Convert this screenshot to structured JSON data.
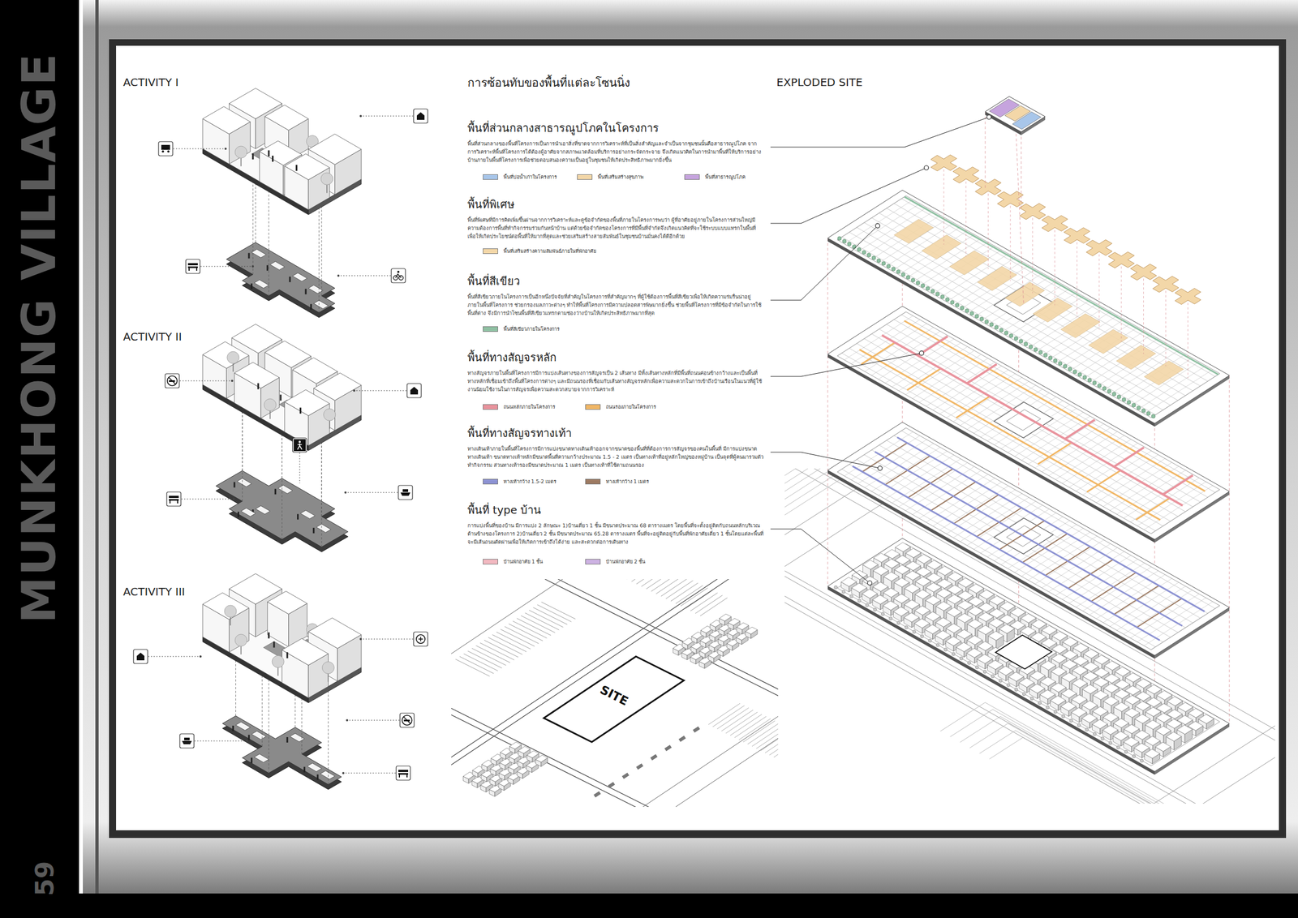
{
  "diagram": {
    "title": "MUNKHONG VILLAGE",
    "nodes": [
      {
        "text": [
          "พื้นที่ส่วนกลางสาธารณูปโภคในโครงการ",
          "พื้นที่ส่วนกลางของพื้นที่โครงการเป็นการนำเอาสิ่งที่ขาดจากการวิเคราะห์ที่เป็นสิ่งสำคัญและจำเป็นจากชุมชนนั้นคือสาธารณูปโภค จากการวิเคราะห์พื้นที่โครงการได้ต้องผู้อาศัยจากสภาพแวดล้อมที่บริการอย่างกระจัดกระจาย จึงเกิดแนวคิดในการนำมาพื้นที่ให้บริการอย่างบ้านภายในพื้นที่โครงการเพื่อช่วยตอบสนองความเป็นอยู่ในชุมชนให้เกิดประสิทธิภาพมากยิ่งขึ้น"
        ]
      },
      {
        "text": [
          "พื้นที่พิเศษ",
          "พื้นที่พิเศษที่มีการคิดเพิ่มขึ้นผ่านจากการวิเคราะห์และดูข้อจำกัดของพื้นที่ภายในโครงการพบว่า ผู้ที่อาศัยอยู่ภายในโครงการส่วนใหญ่มีความต้องการพื้นที่ทำกิจกรรมร่วมกันหน้าบ้าน แต่ด้วยข้อจำกัดของโครงการที่มีพื้นที่จำกัดจึงเกิดแนวคิดที่จะใช้ระบบแบบแทรกในพื้นที่ เพื่อให้เกิดประโยชน์ต่อพื้นที่ให้มากที่สุดและช่วยเสริมสร้างสายสัมพันธ์ในชุมชนบ้านมั่นคงได้ดีอีกด้วย"
        ]
      },
      {
        "text": [
          "พื้นที่สีเขียว",
          "พื้นที่สีเขียวภายในโครงการเป็นอีกหนึ่งปัจจัยที่สำคัญในโครงการที่สำคัญมากๆ ที่ผู้ใช้ต้องการพื้นที่สีเขียวเพื่อให้เกิดความร่มรื่นน่าอยู่ภายในพื้นที่โครงการ ช่วยกรองมลภาวะต่างๆ ทำให้พื้นที่โครงการมีความปลอดสารพิษมากยิ่งขึ้น ช่วยพื้นที่โครงการที่มีข้อจำกัดในการใช้พื้นที่ต่าง จึงมีการนำโซนพื้นที่สีเขียวแทรกตามช่องว่างบ้านให้เกิดประสิทธิภาพมากที่สุด"
        ]
      },
      {
        "text": [
          "พื้นที่ทางสัญจรหลัก",
          "ทางสัญจรภายในพื้นที่โครงการมีการแบ่งเส้นทางของการสัญจรเป็น 2 เส้นทาง มีทั้งเส้นทางหลักที่มีพื้นที่ถนนค่อนข้างกว้างและเป็นพื้นที่ทางหลักที่เชื่อมเข้าถึงพื้นที่โครงการต่างๆ และมีถนนรองที่เชื่อมกับเส้นทางสัญจรหลักเพื่อความสะดวกในการเข้าถึงบ้านเรือนในแนวที่ผู้ใช้งานนิยมใช้งานในการสัญจรเพื่อความสะดวกสบายจากการวิเคราะห์"
        ]
      },
      {
        "text": [
          "พื้นที่ทางสัญจรทางเท้า",
          "ทางเดินเท้าภายในพื้นที่โครงการมีการแบ่งขนาดทางเดินเท้าออกจากขนาดของพื้นที่ที่ต้องการการสัญจรของคนในพื้นที่ มีการแบ่งขนาดทางเดินเท้า ขนาดทางเท้าหลักมีขนาดพื้นที่ความกว้างประมาณ 1.5 - 2 เมตร เป็นทางเท้าที่อยู่หลักใหญ่ของหมู่บ้าน เป็นจุดที่ผู้คนมารวมตัวทำกิจกรรม ส่วนทางเท้ารองมีขนาดประมาณ 1 เมตร เป็นทางเท้าที่ใช้ตามถนนรอง"
        ]
      },
      {
        "text": [
          "พื้นที่ type บ้าน",
          "การแบ่งพื้นที่ของบ้าน มีการแบ่ง 2 ลักษณะ 1)บ้านเดี่ยว 1 ชั้น มีขนาดประมาณ 68 ตารางเมตร โดยพื้นที่จะตั้งอยู่ติดกับถนนหลักบริเวณด้านข้างของโครงการ 2)บ้านเดี่ยว 2 ชั้น มีขนาดประมาณ 65.28 ตารางเมตร พื้นที่จะอยู่ติดอยู่กับพื้นที่พักอาศัยเดี่ยว 1 ชั้นโดยแต่ละพื้นที่จะมีเส้นถนนตัดผ่านเพื่อให้เกิดการเข้าถึงได้ง่าย และสะดวกต่อการเดินทาง"
        ]
      }
    ],
    "labels": [
      "ACTIVITY I",
      "ACTIVITY II",
      "ACTIVITY III",
      "การซ้อนทับของพื้นที่แต่ละโซนนิ่ง",
      "EXPLODED SITE",
      "SITE",
      "59"
    ],
    "legend": [
      {
        "text": "พื้นที่บ่อน้ำเก่าในโครงการ",
        "color": "#a8c6ea"
      },
      {
        "text": "พื้นที่เสริมสร้างสุขภาพ",
        "color": "#f3d7a8"
      },
      {
        "text": "พื้นที่สาธารณูปโภค",
        "color": "#c6a4de"
      },
      {
        "text": "พื้นที่เสริมสร้างความสัมพันธ์ภายในที่พักอาศัย",
        "color": "#f3d7a8"
      },
      {
        "text": "พื้นที่สีเขียวภายในโครงการ",
        "color": "#8fc0a2"
      },
      {
        "text": "ถนนหลักภายในโครงการ",
        "color": "#e9939d"
      },
      {
        "text": "ถนนรองภายในโครงการ",
        "color": "#f1b766"
      },
      {
        "text": "ทางเท้ากว้าง 1.5-2 เมตร",
        "color": "#8c92d2"
      },
      {
        "text": "ทางเท้ากว้าง 1 เมตร",
        "color": "#9c7a62"
      },
      {
        "text": "บ้านพักอาศัย 1 ชั้น",
        "color": "#f3b9c1"
      },
      {
        "text": "บ้านพักอาศัย 2 ชั้น",
        "color": "#cdb2e3"
      }
    ]
  }
}
